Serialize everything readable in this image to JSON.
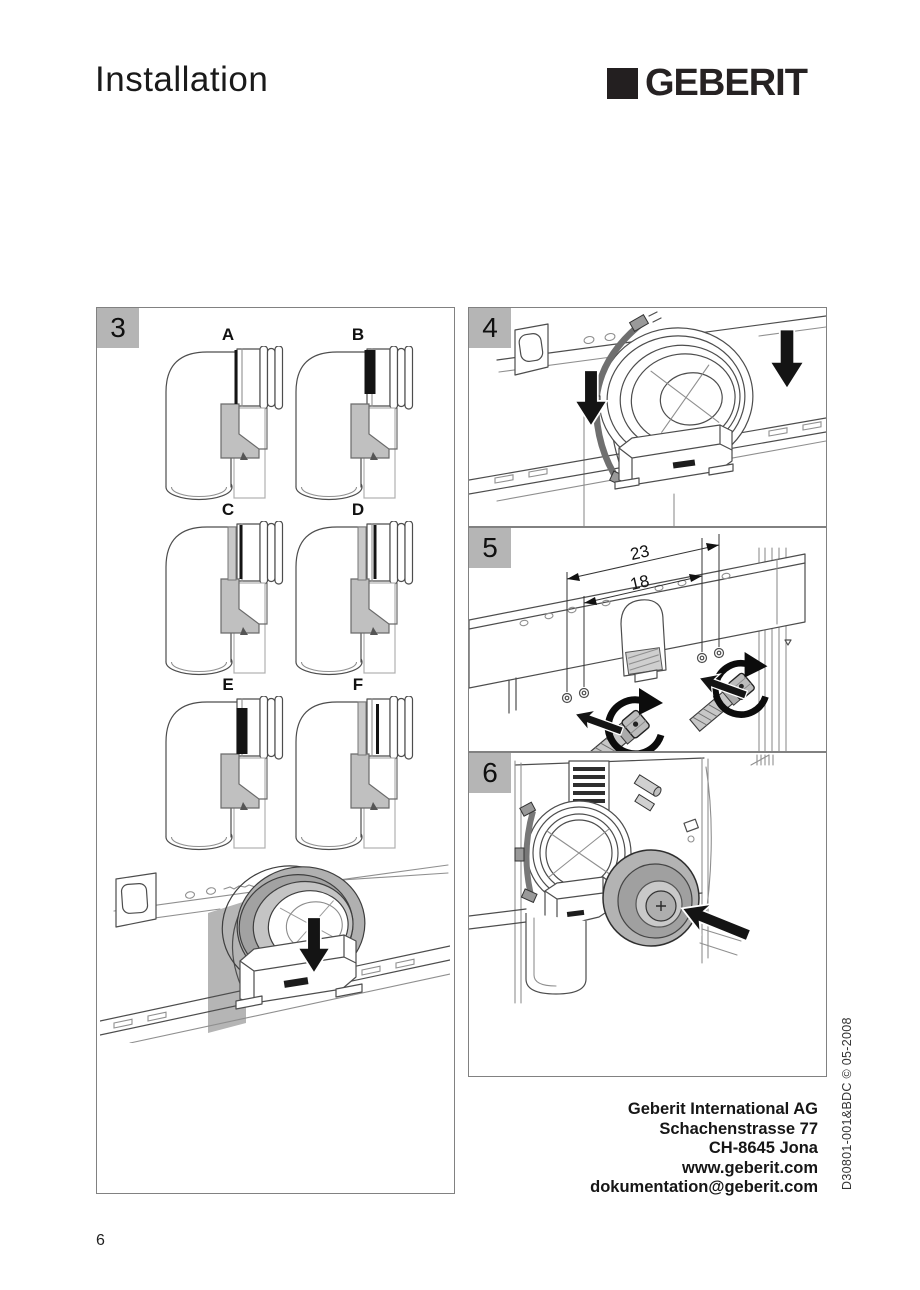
{
  "page": {
    "title": "Installation",
    "page_number": "6",
    "doc_code_vertical": "D30801-001&BDC © 05-2008"
  },
  "logo": {
    "brand": "GEBERIT"
  },
  "steps": {
    "step3": {
      "badge": "3",
      "variant_labels": [
        "A",
        "B",
        "C",
        "D",
        "E",
        "F"
      ]
    },
    "step4": {
      "badge": "4"
    },
    "step5": {
      "badge": "5",
      "dimension_outer": "23",
      "dimension_inner": "18"
    },
    "step6": {
      "badge": "6"
    }
  },
  "footer": {
    "address_lines": [
      "Geberit International AG",
      "Schachenstrasse 77",
      "CH-8645 Jona",
      "www.geberit.com",
      "dokumentation@geberit.com"
    ]
  },
  "colors": {
    "badge_background": "#b5b5b5",
    "line_art": "#4d4d4d",
    "arrow_black": "#141414"
  }
}
